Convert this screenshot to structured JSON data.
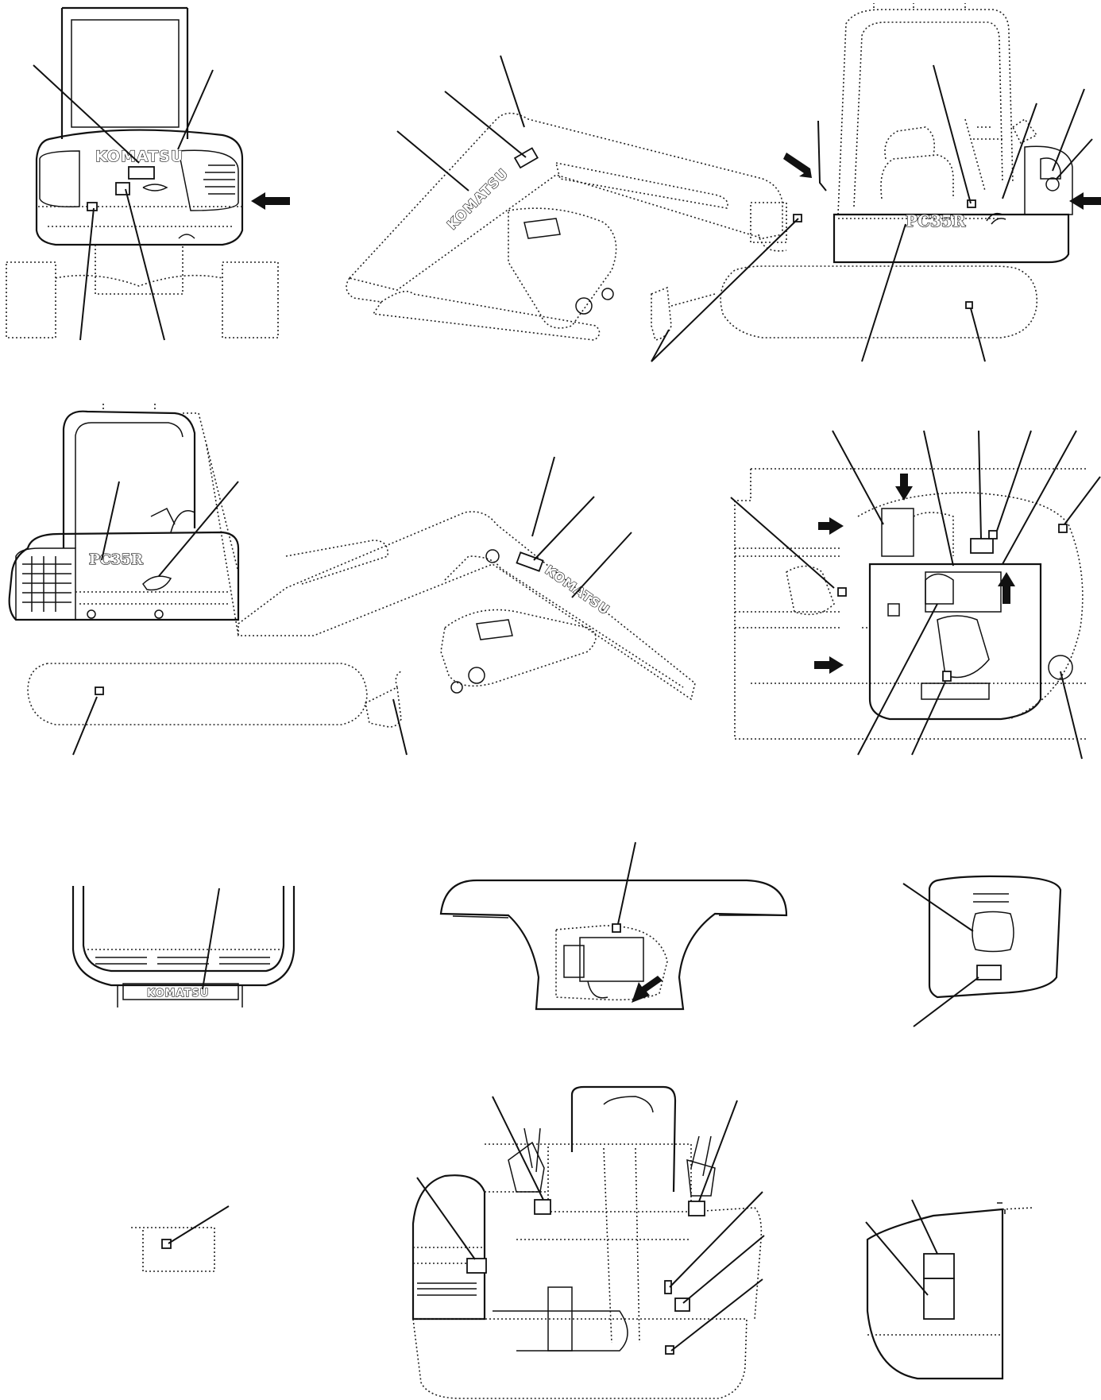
{
  "labels": {
    "brand": "KOMATSU",
    "model": "PC35R"
  },
  "views": [
    "rear-view",
    "right-side-view",
    "left-side-view",
    "top-view",
    "canopy-roof-view",
    "control-panel-view",
    "side-cover-view",
    "small-panel-view",
    "operator-seat-view",
    "fender-view"
  ],
  "colors": {
    "line": "#111111",
    "background": "#ffffff"
  },
  "icons": [
    "arrow-icon"
  ]
}
